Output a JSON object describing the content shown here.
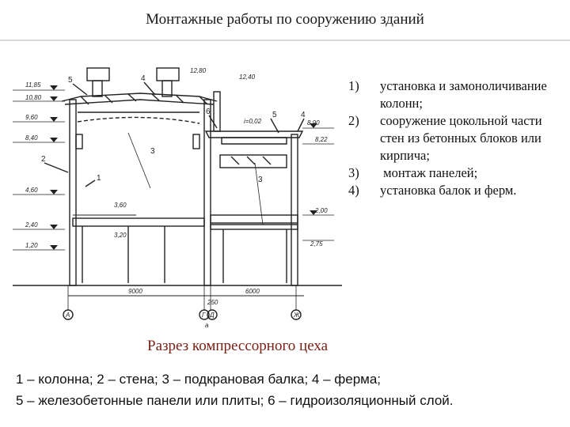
{
  "slide": {
    "title": "Монтажные работы по сооружению зданий",
    "caption": "Разрез компрессорного цеха"
  },
  "steps": [
    {
      "num": "1)",
      "text": "установка и замоноличивание колонн;"
    },
    {
      "num": "2)",
      "text": "сооружение цокольной части стен из бетонных блоков или кирпича;"
    },
    {
      "num": "3)",
      "text": " монтаж панелей;"
    },
    {
      "num": "4)",
      "text": "установка балок и ферм."
    }
  ],
  "legend": {
    "line1": "1 – колонна; 2 – стена; 3 – подкрановая балка; 4 – ферма;",
    "line2": "5 – железобетонные панели или плиты; 6 – гидроизоляционный слой."
  },
  "drawing": {
    "elevations_left": [
      "11,85",
      "10,80",
      "9,60",
      "8,40",
      "4,60",
      "2,40",
      "1,20"
    ],
    "elevations_right": [
      "12,80",
      "12,40",
      "8,90",
      "8,22",
      "2,00",
      "2,75"
    ],
    "elevation_mid": [
      "3,60",
      "3,20"
    ],
    "slope": "i=0,02",
    "dimensions": [
      "9000",
      "250",
      "6000"
    ],
    "axes": [
      "А",
      "Г",
      "Д",
      "Ж"
    ],
    "sub_label": "а",
    "callouts": [
      "5",
      "4",
      "3",
      "2",
      "1",
      "6",
      "5",
      "4",
      "3"
    ]
  }
}
